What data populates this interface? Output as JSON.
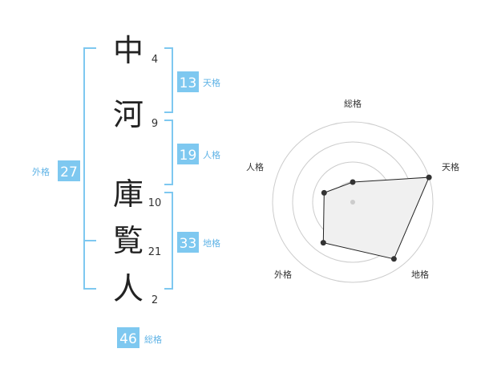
{
  "name_chars": [
    {
      "char": "中",
      "strokes": "4"
    },
    {
      "char": "河",
      "strokes": "9"
    },
    {
      "char": "庫",
      "strokes": "10"
    },
    {
      "char": "覧",
      "strokes": "21"
    },
    {
      "char": "人",
      "strokes": "2"
    }
  ],
  "fortunes": {
    "tenkaku": {
      "value": "13",
      "label": "天格"
    },
    "jinkaku": {
      "value": "19",
      "label": "人格"
    },
    "chikaku": {
      "value": "33",
      "label": "地格"
    },
    "gaikaku": {
      "value": "27",
      "label": "外格"
    },
    "soukaku": {
      "value": "46",
      "label": "総格"
    }
  },
  "radar": {
    "labels": {
      "top": "総格",
      "right": "天格",
      "lower_right": "地格",
      "lower_left": "外格",
      "left": "人格"
    },
    "levels": 4,
    "scores": {
      "soukaku": 1,
      "tenkaku": 4,
      "chikaku": 3.5,
      "gaikaku": 2.5,
      "jinkaku": 1.5
    }
  },
  "colors": {
    "accent": "#7ec8f0",
    "accent_text": "#5fb3e6",
    "text": "#222222",
    "grid": "#cccccc",
    "fill": "#f0f0f0"
  }
}
